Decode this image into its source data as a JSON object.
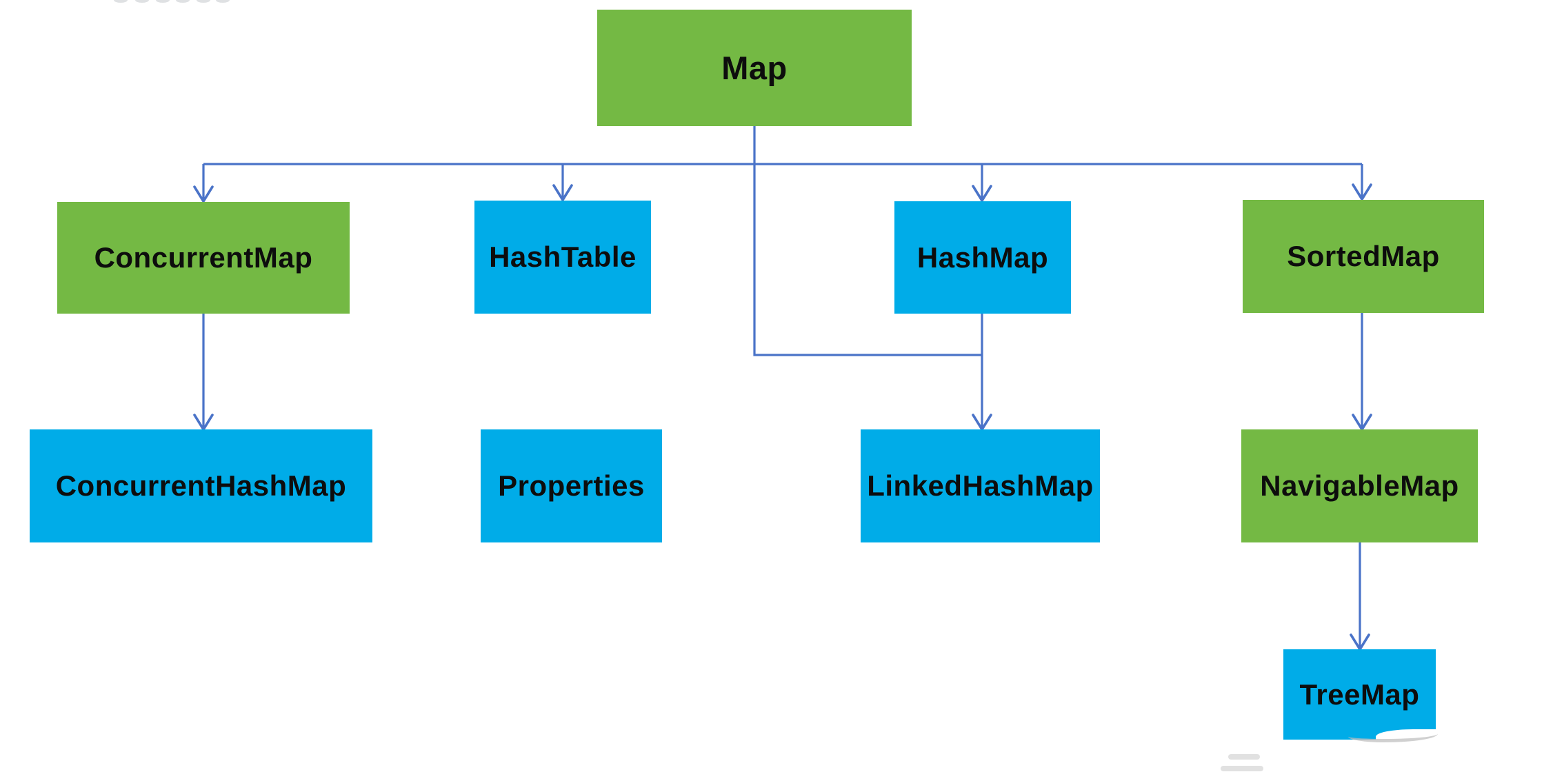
{
  "diagram": {
    "type": "hierarchy-diagram",
    "background": "#ffffff",
    "colors": {
      "green_node": "#74b944",
      "blue_node": "#00ace8",
      "connector": "#4a73c8",
      "label_text": "#0d0d0d"
    },
    "nodes": {
      "map": {
        "label": "Map",
        "color": "green"
      },
      "concurrentmap": {
        "label": "ConcurrentMap",
        "color": "green"
      },
      "hashtable": {
        "label": "HashTable",
        "color": "blue"
      },
      "hashmap": {
        "label": "HashMap",
        "color": "blue"
      },
      "sortedmap": {
        "label": "SortedMap",
        "color": "green"
      },
      "concurrenthashmap": {
        "label": "ConcurrentHashMap",
        "color": "blue"
      },
      "properties": {
        "label": "Properties",
        "color": "blue"
      },
      "linkedhashmap": {
        "label": "LinkedHashMap",
        "color": "blue"
      },
      "navigablemap": {
        "label": "NavigableMap",
        "color": "green"
      },
      "treemap": {
        "label": "TreeMap",
        "color": "blue"
      }
    },
    "edges": [
      {
        "from": "Map",
        "to": "ConcurrentMap"
      },
      {
        "from": "Map",
        "to": "HashTable"
      },
      {
        "from": "Map",
        "to": "HashMap"
      },
      {
        "from": "Map",
        "to": "SortedMap"
      },
      {
        "from": "Map",
        "to": "LinkedHashMap"
      },
      {
        "from": "HashMap",
        "to": "LinkedHashMap"
      },
      {
        "from": "ConcurrentMap",
        "to": "ConcurrentHashMap"
      },
      {
        "from": "SortedMap",
        "to": "NavigableMap"
      },
      {
        "from": "NavigableMap",
        "to": "TreeMap"
      }
    ]
  }
}
